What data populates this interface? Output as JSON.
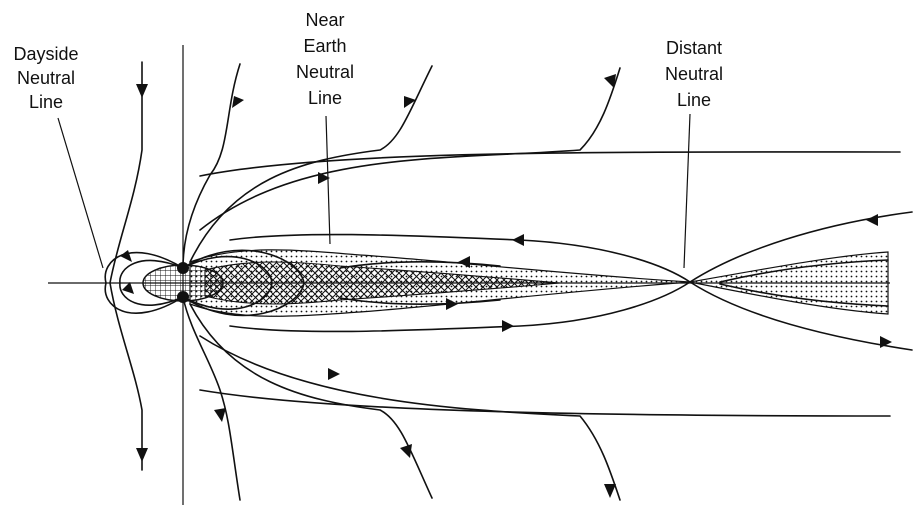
{
  "labels": {
    "dayside": [
      "Dayside",
      "Neutral",
      "Line"
    ],
    "near_earth": [
      "Near",
      "Earth",
      "Neutral",
      "Line"
    ],
    "distant": [
      "Distant",
      "Neutral",
      "Line"
    ]
  },
  "colors": {
    "ink": "#111111",
    "background": "#ffffff"
  }
}
